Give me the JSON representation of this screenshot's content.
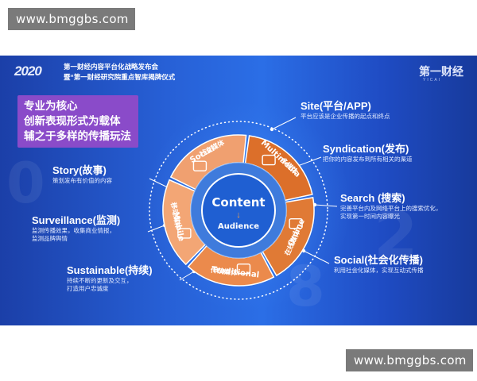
{
  "watermark": {
    "top": "www.bmggbs.com",
    "bottom": "www.bmggbs.com"
  },
  "header": {
    "year": "2020",
    "line1": "第一财经内容平台化战略发布会",
    "line2": "暨“第一财经研究院重点智库揭牌仪式",
    "logo": "第一财经",
    "logo_sub": "YICAI"
  },
  "callout": {
    "lines": [
      "专业为核心",
      "创新表现形式为载体",
      "辅之于多样的传播玩法"
    ],
    "color": "#8a4bc9"
  },
  "center": {
    "title": "Content",
    "arrow": "↓",
    "subtitle": "Audience"
  },
  "segments": [
    {
      "cn": "社交媒体",
      "en": "Social",
      "icon": "people-icon",
      "color": "#f0a070"
    },
    {
      "cn": "多媒体",
      "en": "Multimedia",
      "icon": "film-strip-icon",
      "color": "#dc6f2a"
    },
    {
      "cn": "在线媒体",
      "en": "Online",
      "icon": "tablet-icon",
      "color": "#e07a35"
    },
    {
      "cn": "传统媒体",
      "en": "Traditional",
      "icon": "laptop-icon",
      "color": "#eb8a4c"
    },
    {
      "cn": "移动媒体",
      "en": "Mobile",
      "icon": "phone-icon",
      "color": "#f3a675"
    }
  ],
  "right_labels": [
    {
      "title": "Site(平台/APP)",
      "desc": [
        "平台应该是企业传播的起点和终点"
      ]
    },
    {
      "title": "Syndication(发布)",
      "desc": [
        "把你的内容发布到所有相关的渠道"
      ]
    },
    {
      "title": "Search (搜索)",
      "desc": [
        "完善平台内及网络平台上的搜索优化，",
        "实现第一时间内容曝光"
      ]
    },
    {
      "title": "Social(社会化传播)",
      "desc": [
        "利用社会化媒体，实现互动式传播"
      ]
    }
  ],
  "left_labels": [
    {
      "title": "Story(故事)",
      "desc": [
        "策划发布有价值的内容"
      ]
    },
    {
      "title": "Surveillance(监测)",
      "desc": [
        "监测传播效果，收集商业情报，",
        "监测品牌舆情"
      ]
    },
    {
      "title": "Sustainable(持续)",
      "desc": [
        "持续不断的更新及交互，",
        "打造用户忠诚度"
      ]
    }
  ],
  "colors": {
    "background": "#2760d6",
    "inner_blue": "#3f7bdc",
    "core": "#1f5fd2",
    "accent_orange": "#e07a35"
  }
}
